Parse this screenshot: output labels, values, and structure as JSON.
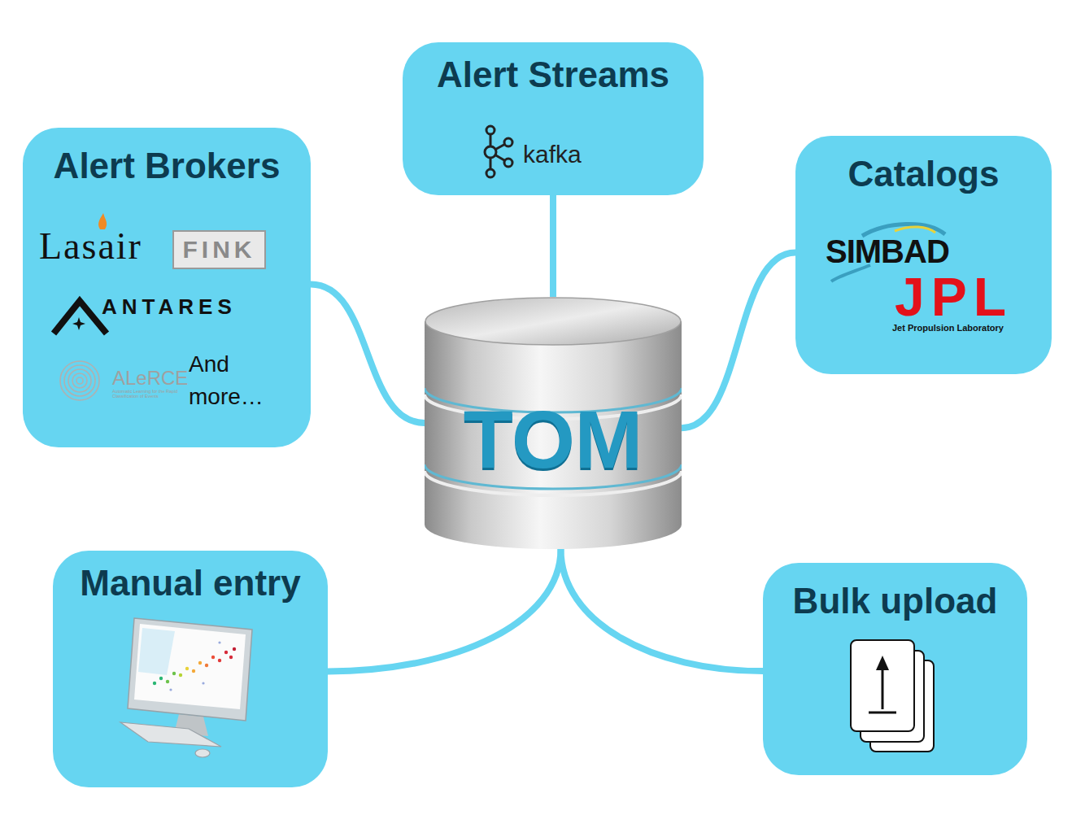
{
  "diagram": {
    "nodes": [
      {
        "text": [
          "Alert Streams",
          "kafka"
        ]
      },
      {
        "text": [
          "Alert Brokers",
          "Lasair",
          "FINK",
          "ANTARES",
          "ALeRCE",
          "Automatic Learning for the Rapid Classification of Events",
          "And more…"
        ]
      },
      {
        "text": [
          "Catalogs",
          "SIMBAD",
          "JPL",
          "Jet Propulsion Laboratory"
        ]
      },
      {
        "text": [
          "TOM"
        ]
      },
      {
        "text": [
          "Manual entry"
        ]
      },
      {
        "text": [
          "Bulk upload"
        ]
      }
    ],
    "edges": [
      {
        "from": 0,
        "to": 3,
        "arrow": "none"
      },
      {
        "from": 1,
        "to": 3,
        "arrow": "none"
      },
      {
        "from": 2,
        "to": 3,
        "arrow": "none"
      },
      {
        "from": 4,
        "to": 3,
        "arrow": "none"
      },
      {
        "from": 5,
        "to": 3,
        "arrow": "none"
      }
    ]
  }
}
